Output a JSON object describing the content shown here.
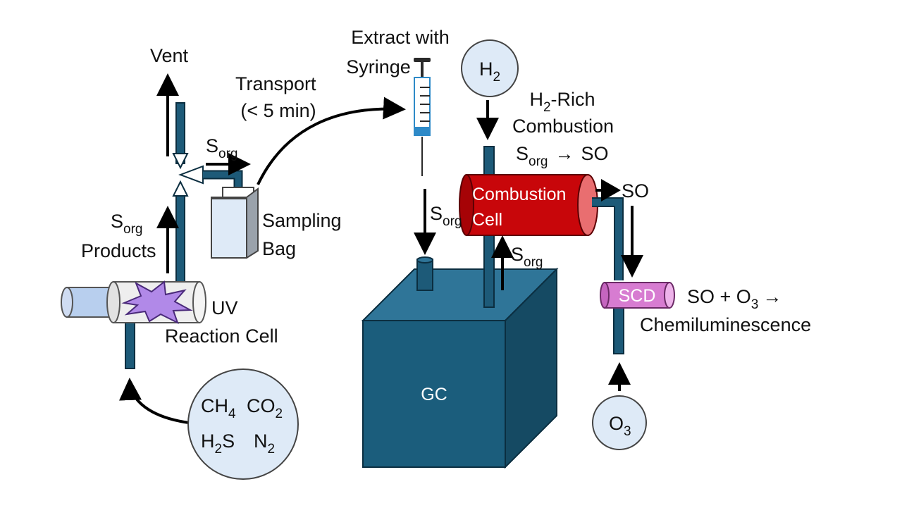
{
  "labels": {
    "vent": "Vent",
    "transport_line1": "Transport",
    "transport_line2": "(< 5 min)",
    "extract_line1": "Extract with",
    "extract_line2": "Syringe",
    "h2_rich_pre": "H",
    "h2_rich_sub": "2",
    "h2_rich_post": "-Rich",
    "combustion": "Combustion",
    "s_main": "S",
    "s_sub": "org",
    "arrow_symbol": "→",
    "so": "SO",
    "products": "Products",
    "sampling_line1": "Sampling",
    "sampling_line2": "Bag",
    "uv_line1": "UV",
    "uv_line2": "Reaction Cell",
    "gc": "GC",
    "combustion_cell_line1": "Combustion",
    "combustion_cell_line2": "Cell",
    "scd": "SCD",
    "so_o3_pre": "SO + O",
    "so_o3_sub": "3",
    "chemiluminescence": "Chemiluminescence",
    "h2_main": "H",
    "h2_sub": "2",
    "o3_main": "O",
    "o3_sub": "3",
    "ch4_main": "CH",
    "ch4_sub": "4",
    "co2_main": "CO",
    "co2_sub": "2",
    "h2s_pre": "H",
    "h2s_sub": "2",
    "h2s_post": "S",
    "n2_main": "N",
    "n2_sub": "2"
  },
  "colors": {
    "pipe": "#1d5a78",
    "gc_front": "#1b5d7c",
    "gc_top": "#2f7598",
    "gc_side": "#154a63",
    "combustion_cell": "#c8060a",
    "combustion_cap": "#e96e70",
    "scd": "#d77cd1",
    "uv_flash": "#b189e8",
    "circle_fill": "#deeaf7",
    "bag_fill": "#deeaf7",
    "syringe": "#2e8ac8"
  },
  "icons": {
    "uv_flash": "uv-flash-icon",
    "valve": "three-way-valve-icon",
    "syringe": "syringe-icon"
  }
}
